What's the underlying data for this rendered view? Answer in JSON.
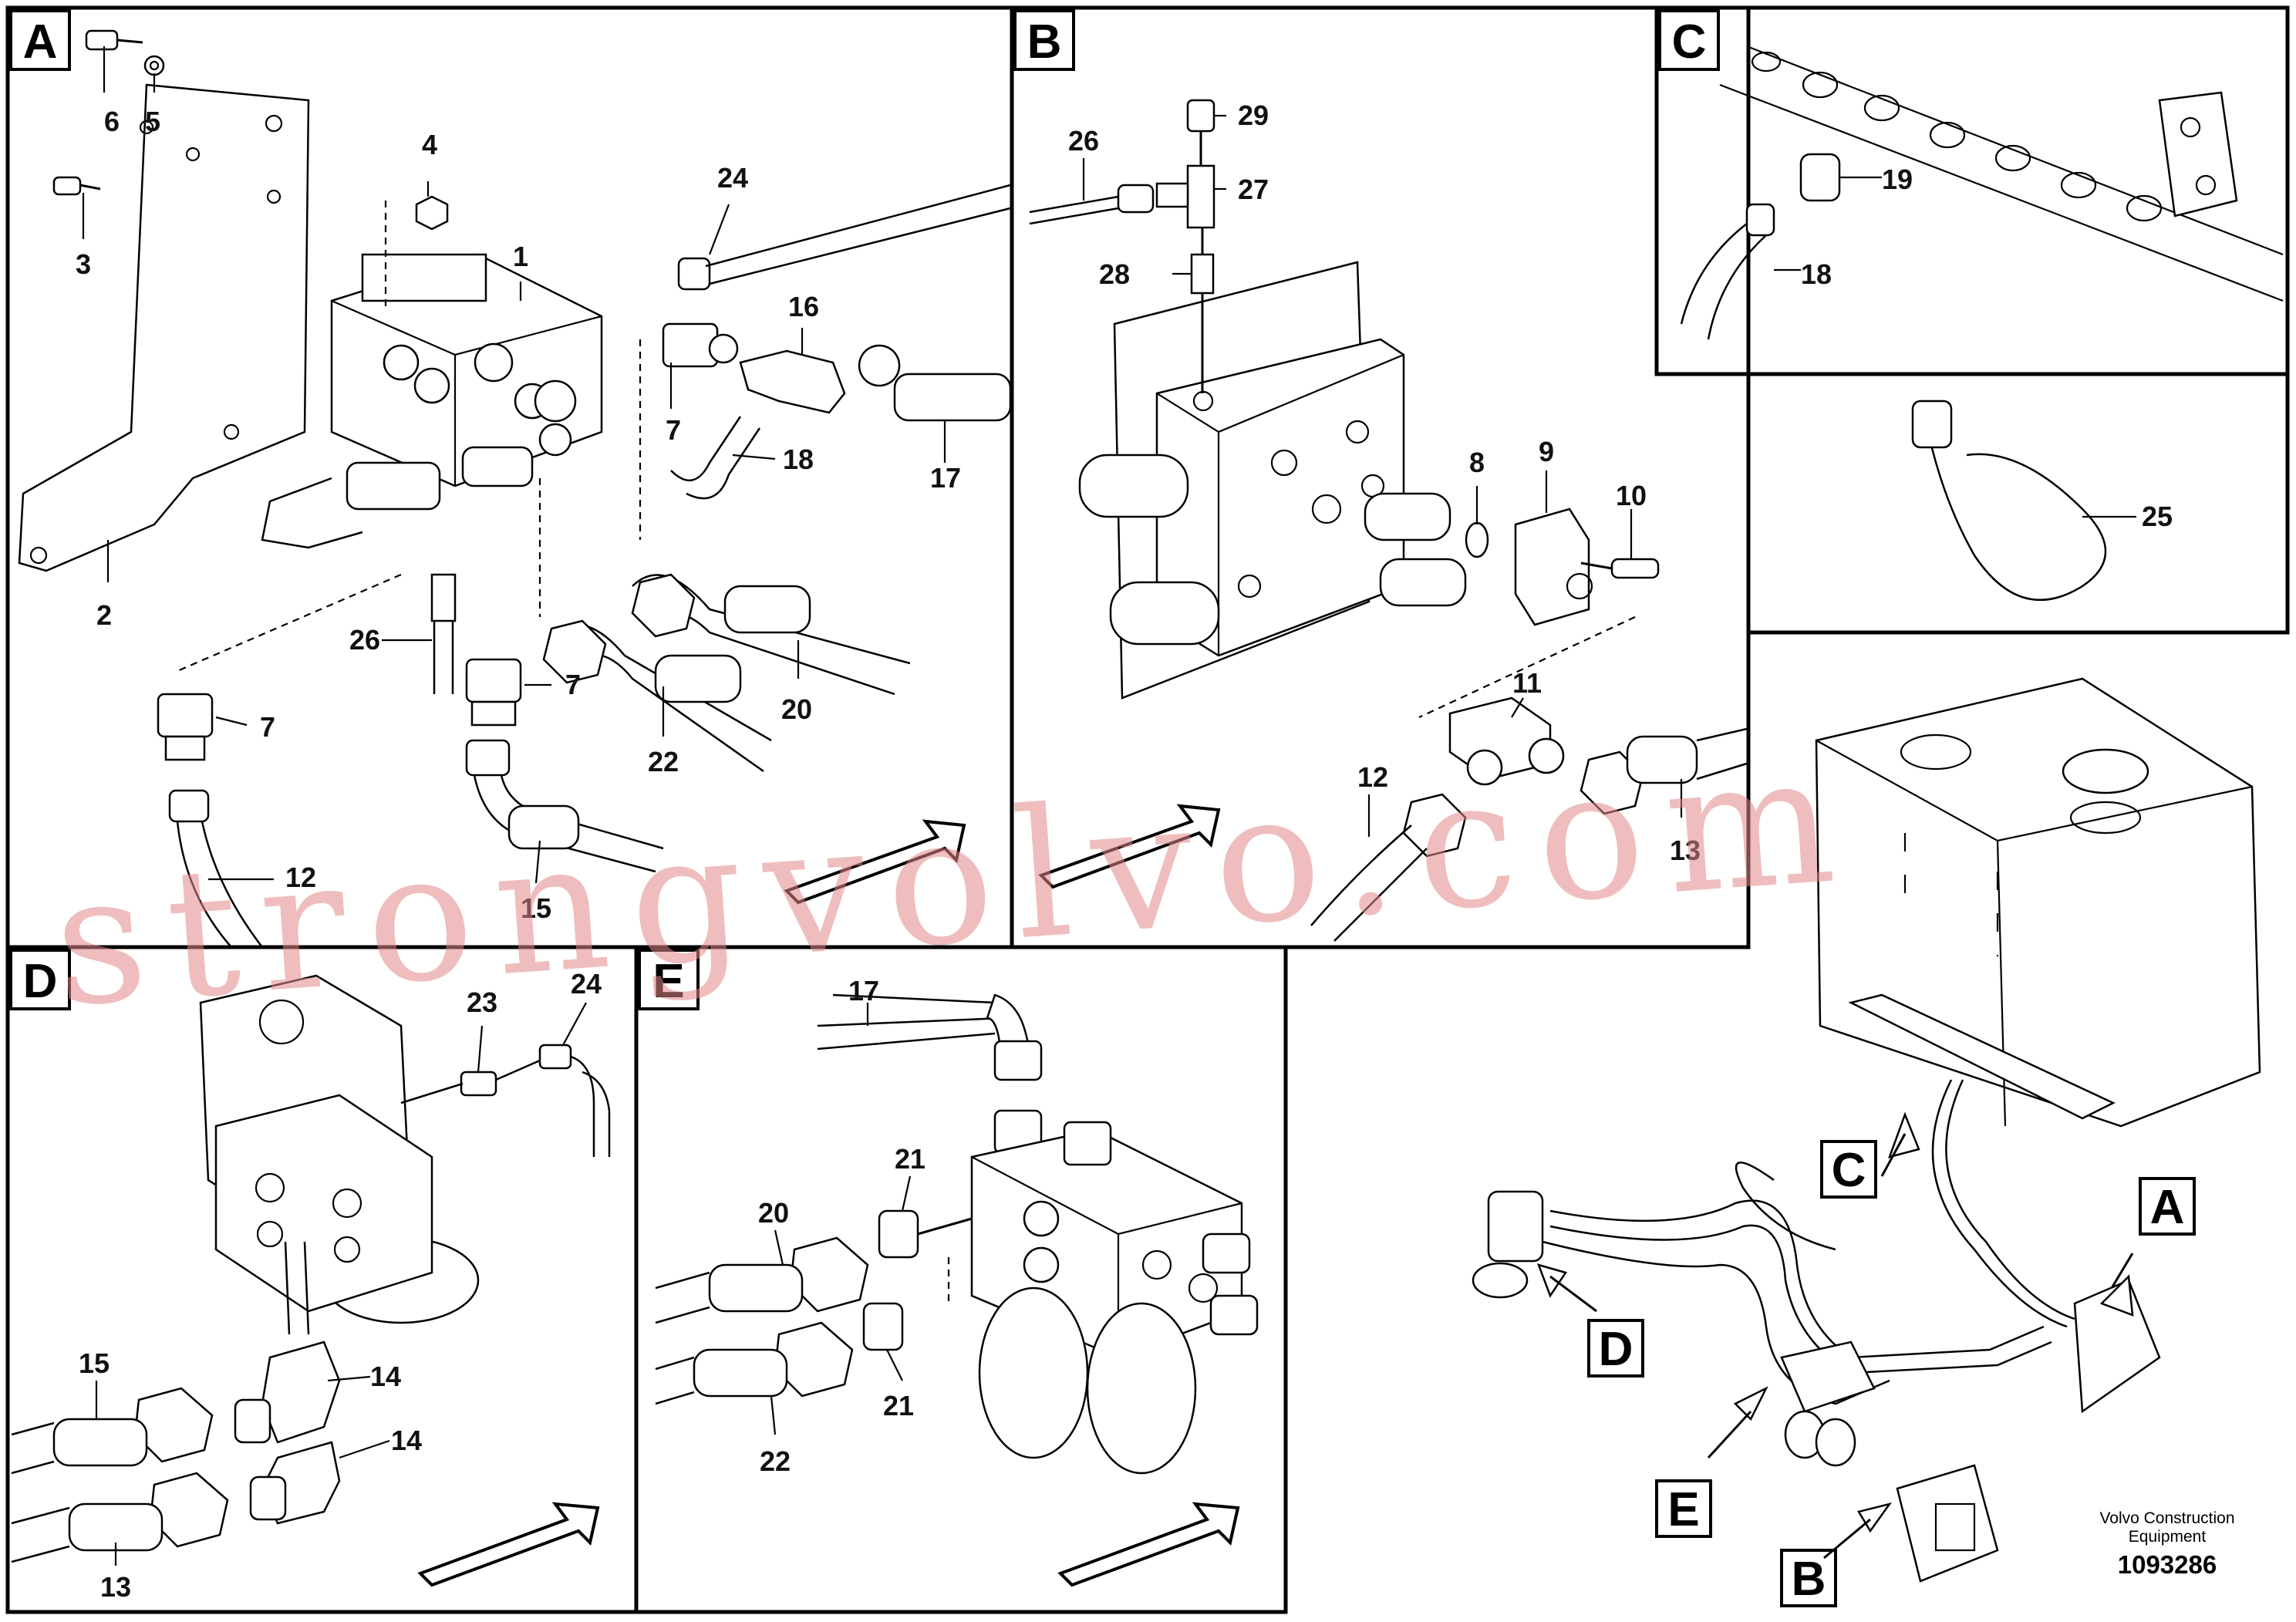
{
  "panels": [
    {
      "id": "A",
      "label": "A"
    },
    {
      "id": "B",
      "label": "B"
    },
    {
      "id": "C",
      "label": "C"
    },
    {
      "id": "D",
      "label": "D"
    },
    {
      "id": "E",
      "label": "E"
    }
  ],
  "callouts": {
    "A": [
      "6",
      "5",
      "4",
      "3",
      "1",
      "24",
      "16",
      "7",
      "18",
      "17",
      "2",
      "26",
      "7",
      "7",
      "20",
      "22",
      "12",
      "15"
    ],
    "B": [
      "29",
      "26",
      "27",
      "28",
      "8",
      "9",
      "10",
      "11",
      "12",
      "13"
    ],
    "C": [
      "19",
      "18"
    ],
    "C2": [
      "25"
    ],
    "D": [
      "23",
      "24",
      "14",
      "15",
      "14",
      "13"
    ],
    "E": [
      "17",
      "21",
      "20",
      "21",
      "22"
    ]
  },
  "overview_labels": [
    "C",
    "A",
    "D",
    "E",
    "B"
  ],
  "footer": {
    "company_line1": "Volvo Construction",
    "company_line2": "Equipment",
    "drawing_number": "1093286"
  },
  "watermark": "strongvolvo.com"
}
